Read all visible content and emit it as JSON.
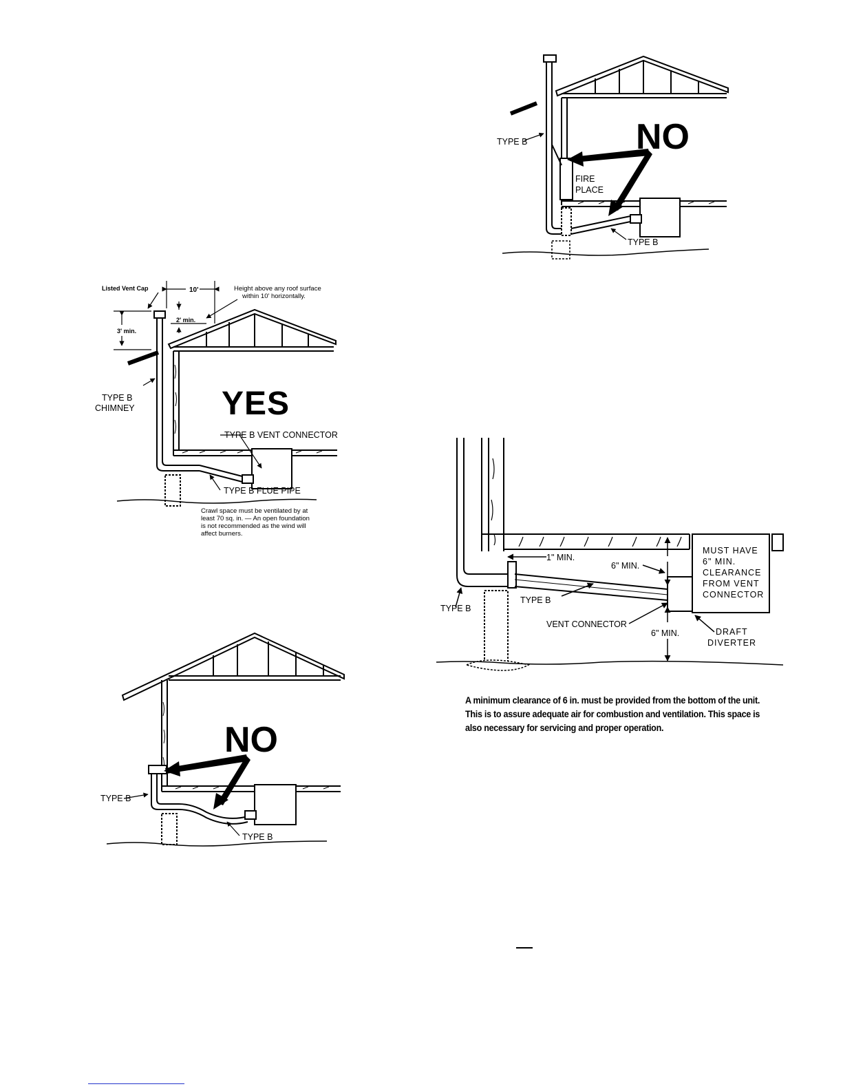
{
  "figure_yes": {
    "vent_cap": "Listed Vent Cap",
    "dim_10": "10'",
    "height_note_1": "Height above any roof surface",
    "height_note_2": "within 10' horizontally.",
    "dim_2min": "2' min.",
    "dim_3min": "3' min.",
    "type_b_1": "TYPE B",
    "chimney": "CHIMNEY",
    "verdict": "YES",
    "vent_connector": "TYPE B VENT CONNECTOR",
    "flue_pipe": "TYPE B FLUE PIPE",
    "crawl_1": "Crawl space must be ventilated by at",
    "crawl_2": "least 70 sq. in. — An open foundation",
    "crawl_3": "is not recommended as the wind will",
    "crawl_4": "affect burners."
  },
  "figure_no_bottom": {
    "verdict": "NO",
    "type_b_left": "TYPE B",
    "type_b_bottom": "TYPE B"
  },
  "figure_no_fireplace": {
    "verdict": "NO",
    "type_b_left": "TYPE B",
    "fire": "FIRE",
    "place": "PLACE",
    "type_b_bottom": "TYPE B"
  },
  "figure_clearance": {
    "min_1": "1\" MIN.",
    "min_6_top": "6\" MIN.",
    "note_1": "MUST HAVE",
    "note_2": "6\" MIN.",
    "note_3": "CLEARANCE",
    "note_4": "FROM VENT",
    "note_5": "CONNECTOR",
    "type_b_left": "TYPE B",
    "type_b_pipe": "TYPE B",
    "vent_connector": "VENT CONNECTOR",
    "min_6_bottom": "6\" MIN.",
    "draft_1": "DRAFT",
    "draft_2": "DIVERTER"
  },
  "caption": "A minimum clearance of 6 in. must be provided from the bottom of the unit. This is to assure adequate air for combustion and ventilation. This space is also necessary for servicing and proper operation."
}
